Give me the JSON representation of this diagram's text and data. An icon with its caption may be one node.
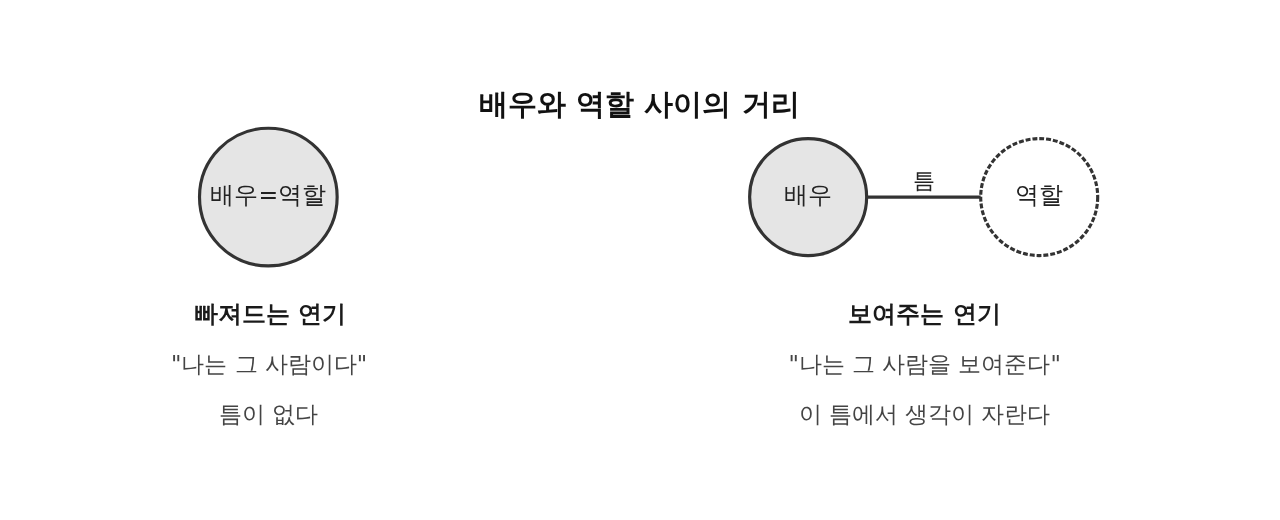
{
  "diagram": {
    "title": "배우와 역할 사이의 거리",
    "nodes": [
      {
        "text": [
          "배우=역할"
        ]
      },
      {
        "text": [
          "배우"
        ]
      },
      {
        "text": [
          "역할"
        ]
      }
    ],
    "edges": [
      {
        "from": 1,
        "to": 2,
        "arrow": "none",
        "label": "틈"
      }
    ],
    "labels": [
      "빠져드는 연기",
      "\"나는 그 사람이다\"",
      "틈이 없다",
      "보여주는 연기",
      "\"나는 그 사람을 보여준다\"",
      "이 틈에서 생각이 자란다"
    ]
  }
}
